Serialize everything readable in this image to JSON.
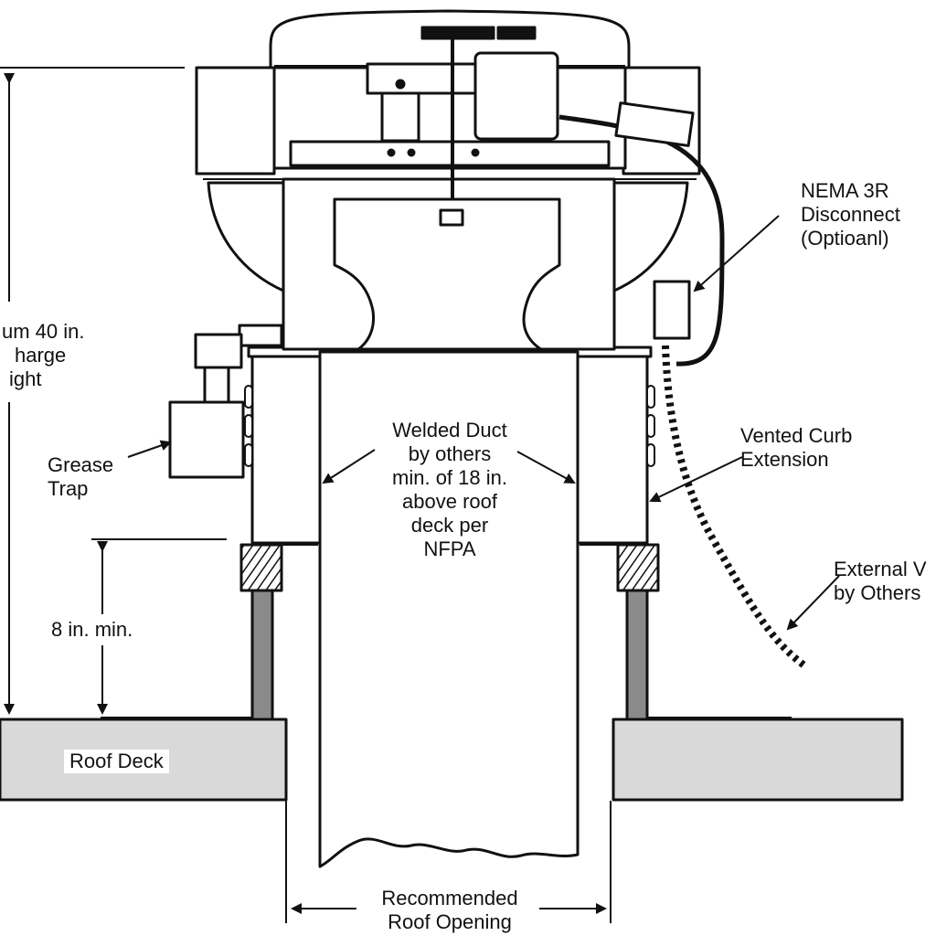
{
  "labels": {
    "discharge_height": [
      "um 40 in.",
      "harge",
      "ight"
    ],
    "nema": [
      "NEMA 3R",
      "Disconnect",
      "(Optioanl)"
    ],
    "grease_trap": [
      "Grease",
      "Trap"
    ],
    "welded_duct": [
      "Welded Duct",
      "by others",
      "min. of 18 in.",
      "above roof",
      "deck per",
      "NFPA"
    ],
    "vented_curb": [
      "Vented Curb",
      "Extension"
    ],
    "external": [
      "External V",
      "by Others"
    ],
    "curb_height": "8 in. min.",
    "roof_deck": "Roof Deck",
    "roof_opening": [
      "Recommended",
      "Roof Opening"
    ]
  },
  "colors": {
    "line": "#111111",
    "deck_fill": "#d9d9d9",
    "curb_post_fill": "#8a8a8a",
    "background": "#ffffff"
  }
}
